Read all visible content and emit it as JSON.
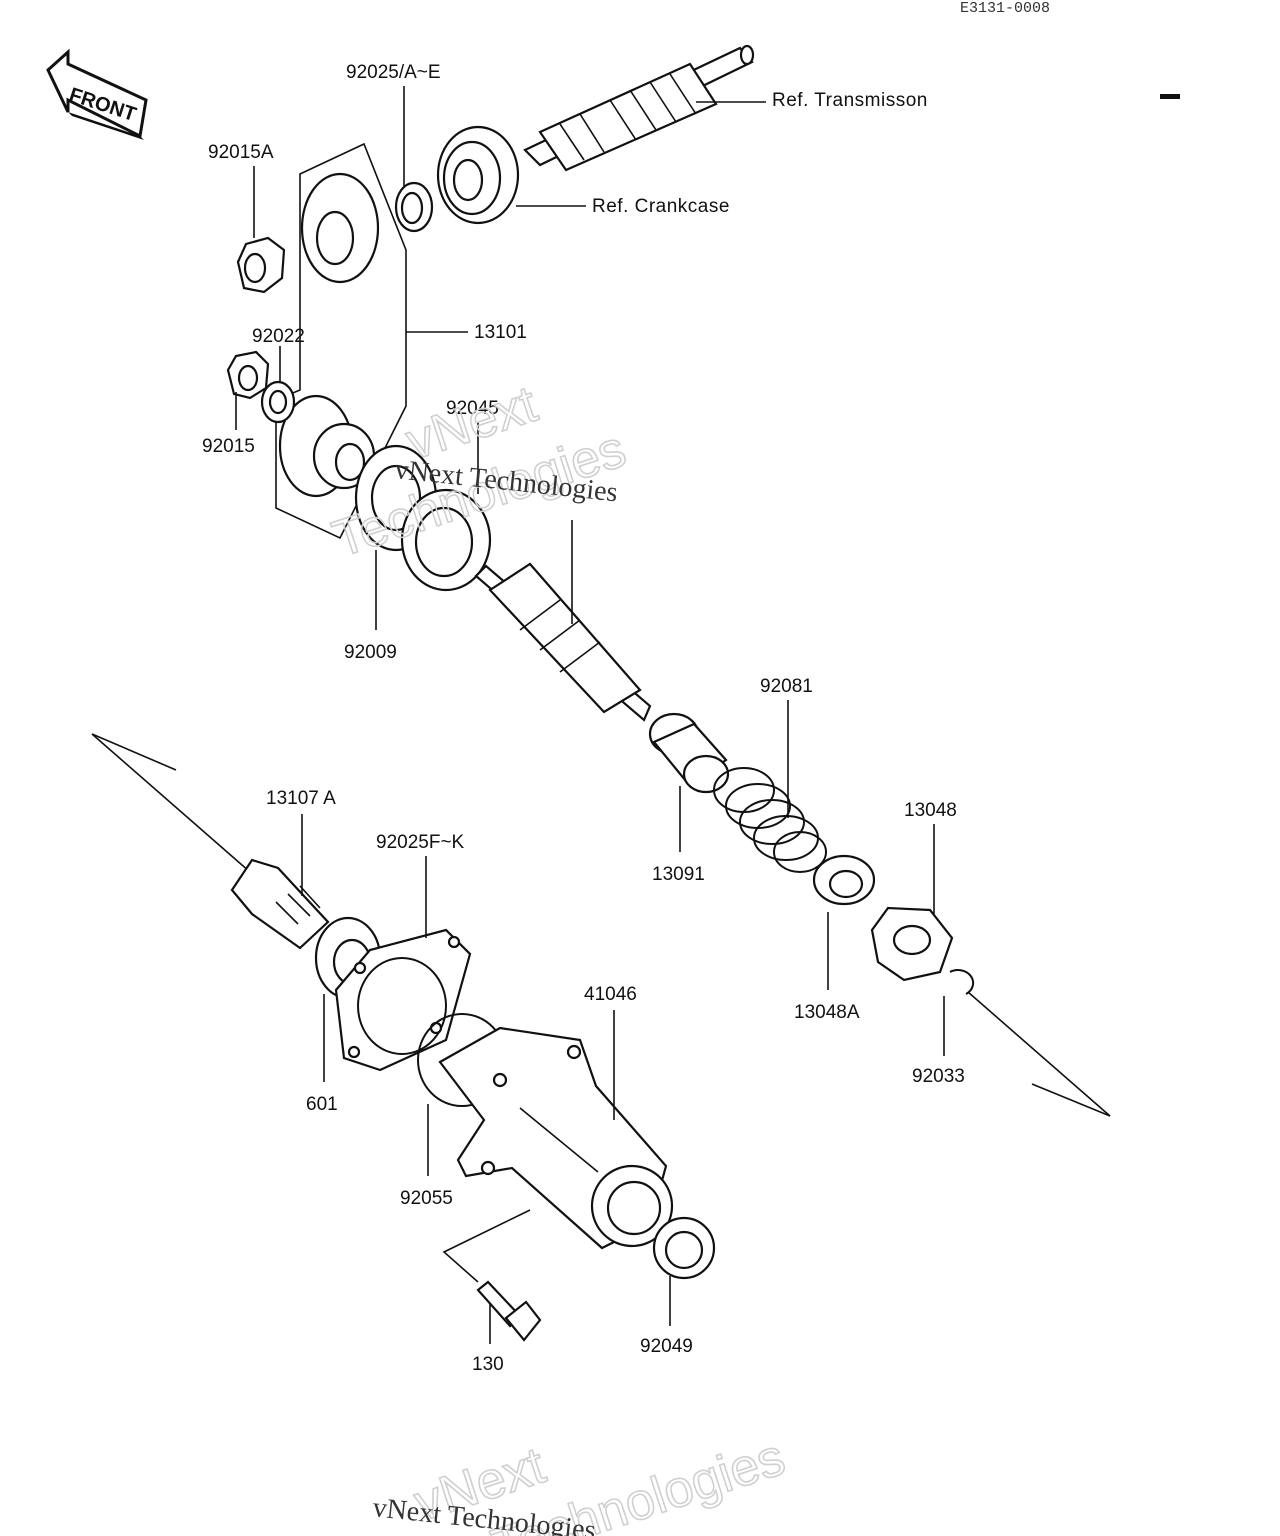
{
  "diagram_code": "E3131-0008",
  "front_label": "FRONT",
  "refs": {
    "transmission": "Ref. Transmisson",
    "crankcase": "Ref. Crankcase"
  },
  "parts": {
    "p92025AE": "92025/A~E",
    "p92015A": "92015A",
    "p13101": "13101",
    "p92022": "92022",
    "p92015": "92015",
    "p92045": "92045",
    "p92009": "92009",
    "p92081": "92081",
    "p13091": "13091",
    "p13048": "13048",
    "p13048A": "13048A",
    "p92033": "92033",
    "p13107A": "13107 A",
    "p92025FK": "92025F~K",
    "p601": "601",
    "p41046": "41046",
    "p92055": "92055",
    "p92049": "92049",
    "p130": "130"
  },
  "watermark": {
    "brand": "vNext",
    "word": "Technologies",
    "line": "vNext Technologies"
  }
}
